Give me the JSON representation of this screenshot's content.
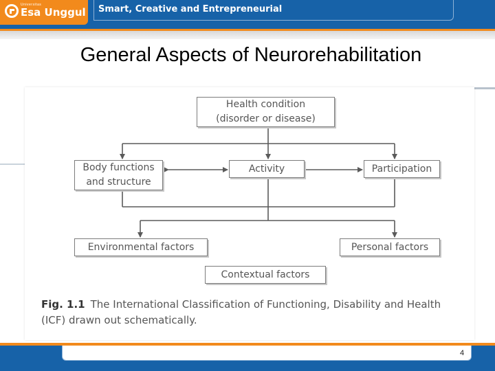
{
  "header": {
    "logo_small": "Universitas",
    "logo_text": "Esa Unggul",
    "tagline": "Smart, Creative and Entrepreneurial"
  },
  "slide": {
    "title": "General Aspects of Neurorehabilitation",
    "page_number": "4"
  },
  "diagram": {
    "boxes": {
      "health_condition": "Health condition\n(disorder or disease)",
      "body_functions": "Body functions\nand structure",
      "activity": "Activity",
      "participation": "Participation",
      "environmental": "Environmental factors",
      "personal": "Personal factors",
      "contextual": "Contextual factors"
    },
    "caption_label": "Fig. 1.1",
    "caption_text": "The International Classification of Functioning, Disability and Health (ICF) drawn out schematically."
  },
  "colors": {
    "brand_blue": "#1762a8",
    "brand_orange": "#f28a1c",
    "diagram_line": "#5a5a5a"
  }
}
